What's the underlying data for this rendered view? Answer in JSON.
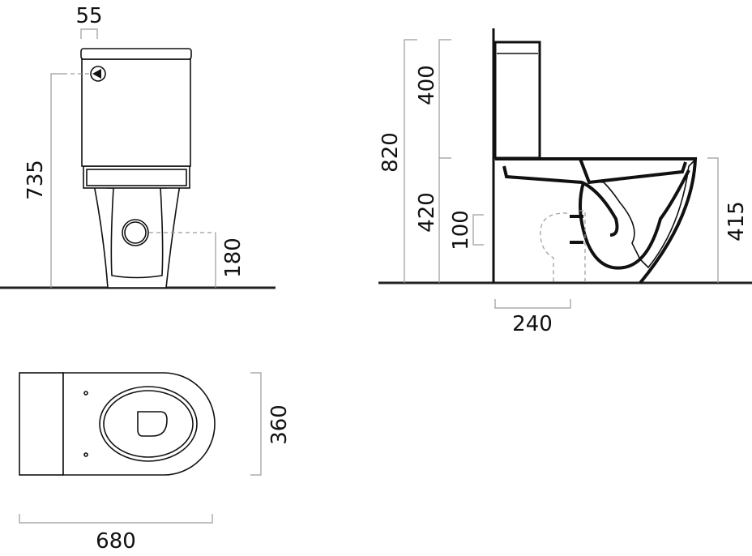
{
  "front_view": {
    "dim_button_offset": "55",
    "dim_button_height": "735",
    "dim_outlet_height": "180"
  },
  "side_view": {
    "dim_total_height": "820",
    "dim_tank_height": "400",
    "dim_tank_base_height": "420",
    "dim_inlet_span": "100",
    "dim_outlet_distance": "240",
    "dim_seat_height": "415"
  },
  "top_view": {
    "dim_width": "360",
    "dim_length": "680"
  },
  "colors": {
    "line": "#111111",
    "dimension": "#9a9a9a"
  }
}
